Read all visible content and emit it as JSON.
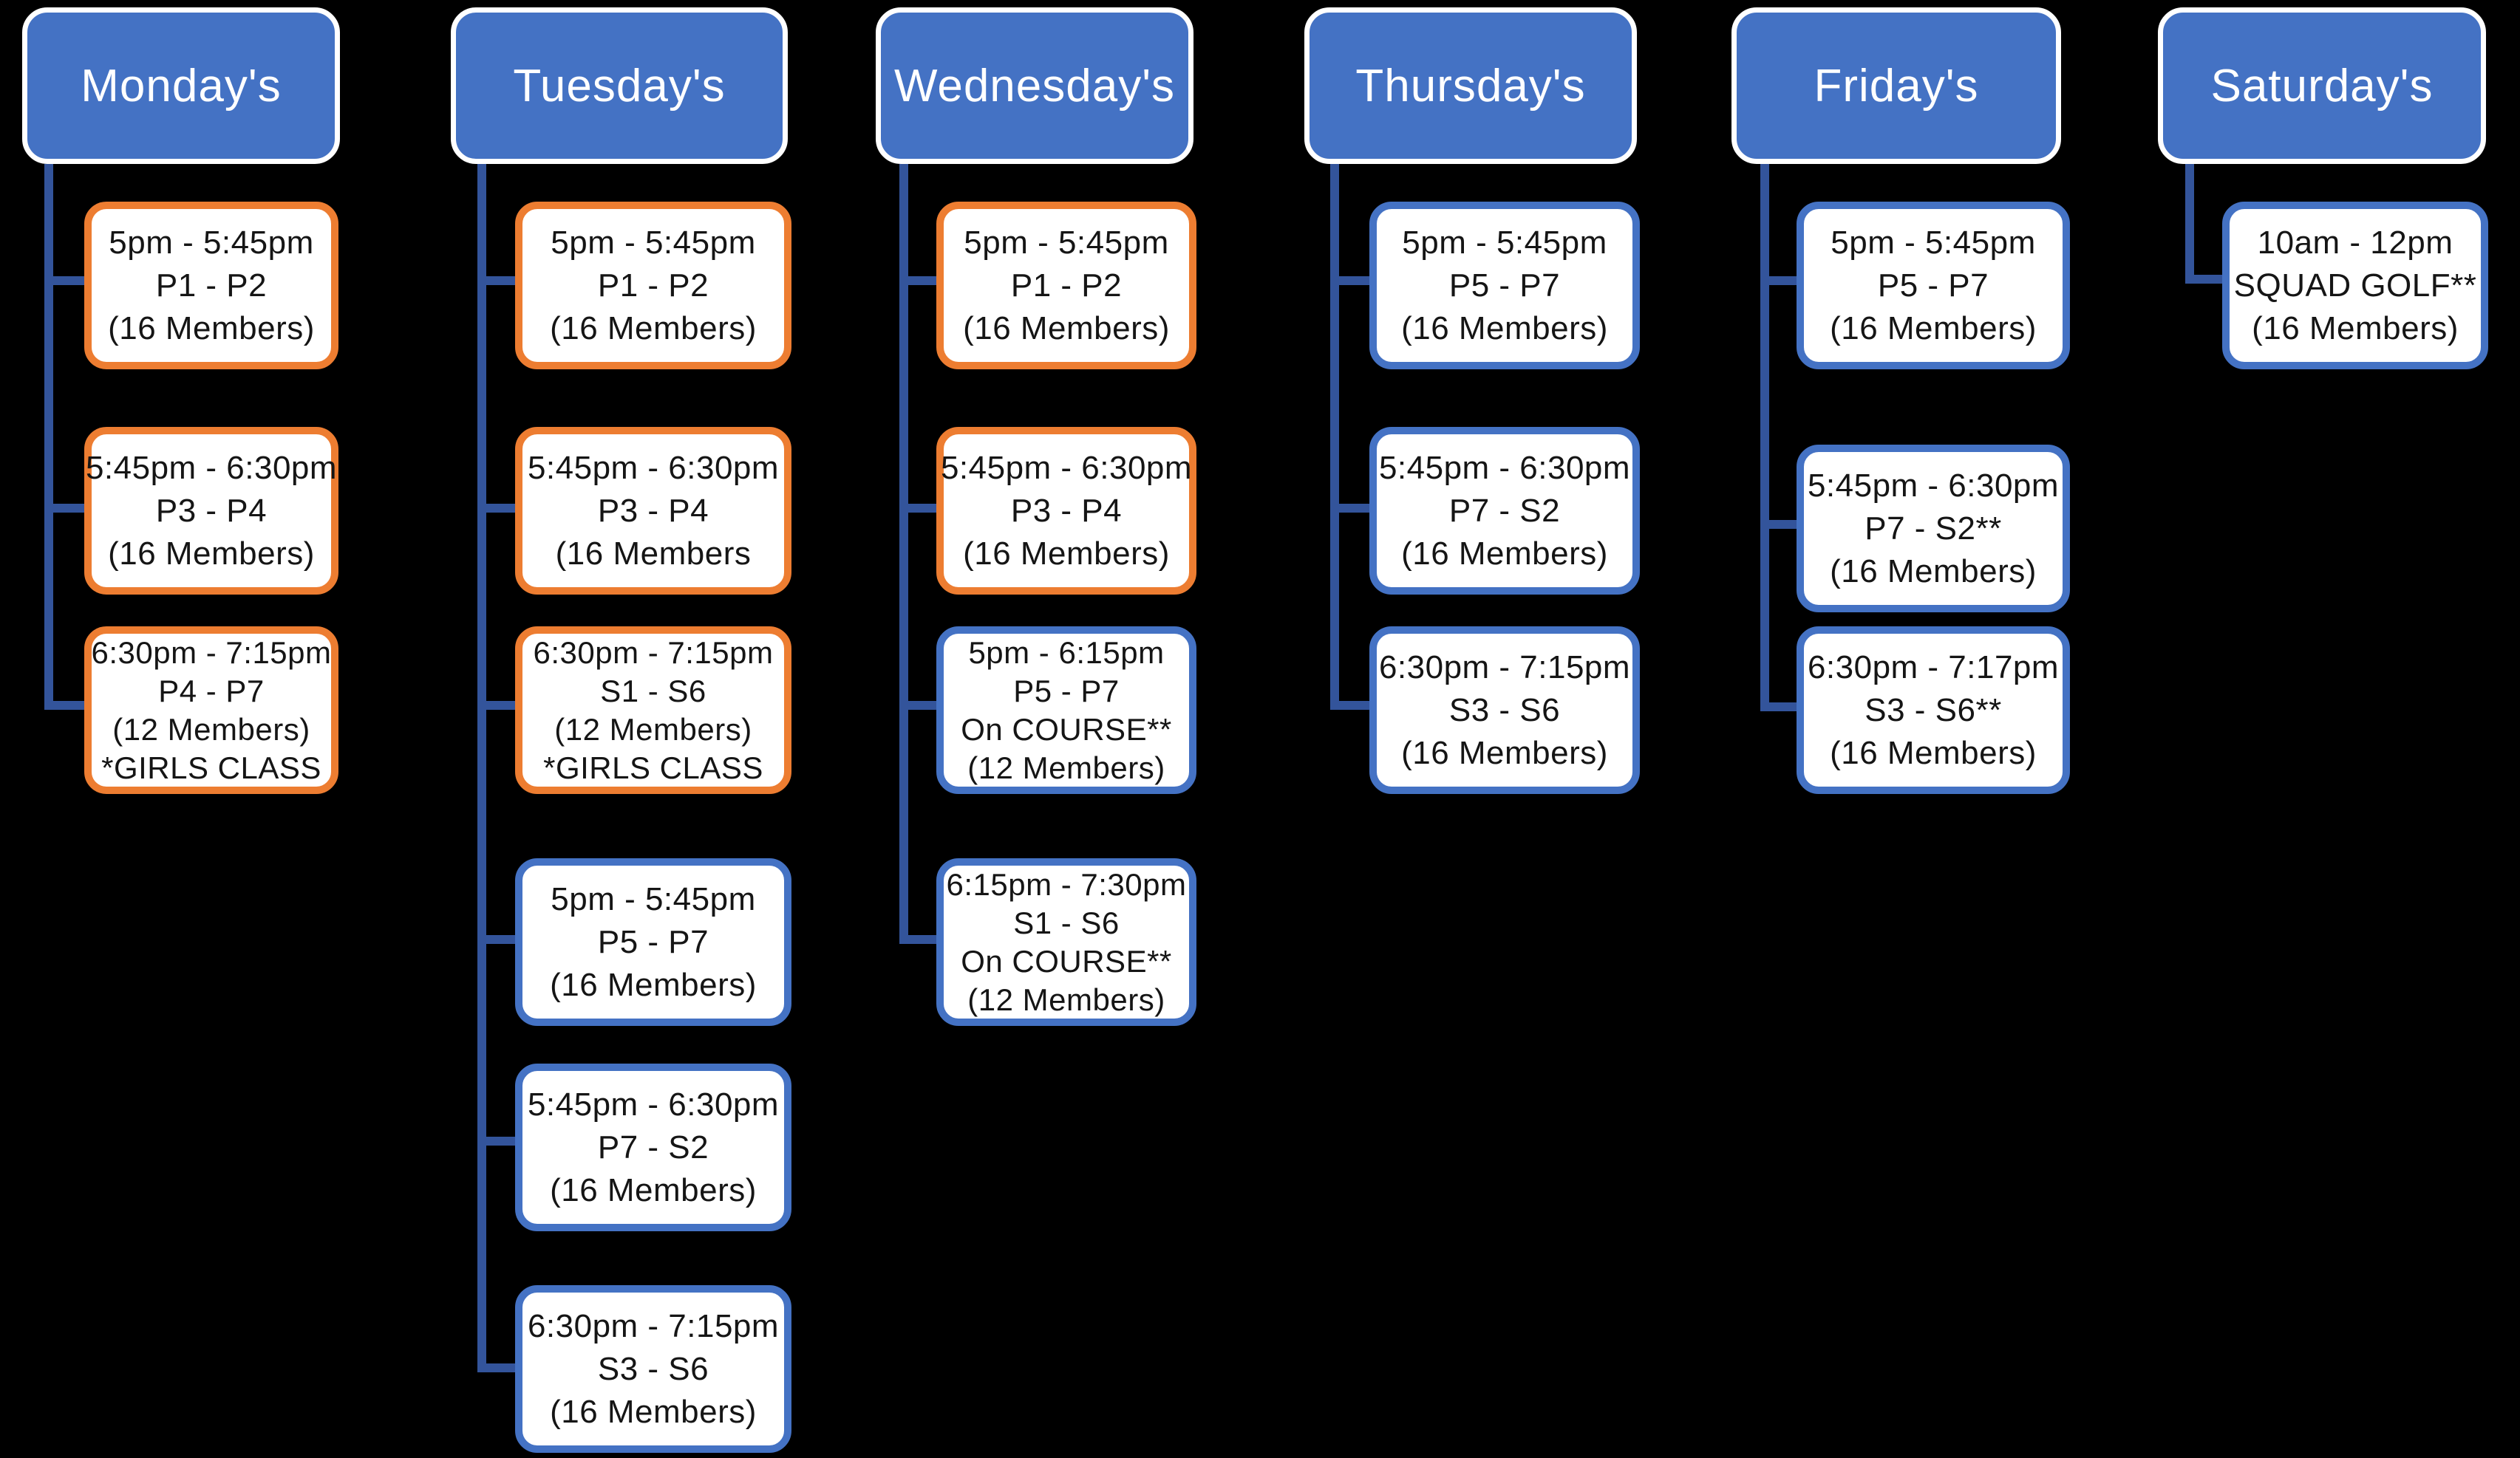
{
  "diagram_title": "Weekly class schedule flow diagram",
  "colors": {
    "background": "#000000",
    "day_header_fill": "#4472C4",
    "day_header_text": "#FFFFFF",
    "day_header_outline": "#FFFFFF",
    "connector_line": "#33549B",
    "card_fill": "#FFFFFF",
    "card_text": "#151515",
    "card_border_orange": "#ED7D31",
    "card_border_blue": "#4472C4"
  },
  "days": [
    {
      "label": "Monday's",
      "classes": [
        {
          "border": "orange",
          "lines": [
            "5pm - 5:45pm",
            "P1 - P2",
            "(16 Members)"
          ]
        },
        {
          "border": "orange",
          "lines": [
            "5:45pm - 6:30pm",
            "P3 - P4",
            "(16 Members)"
          ]
        },
        {
          "border": "orange",
          "lines": [
            "6:30pm - 7:15pm",
            "P4 - P7",
            "(12 Members)",
            "*GIRLS CLASS"
          ]
        }
      ]
    },
    {
      "label": "Tuesday's",
      "classes": [
        {
          "border": "orange",
          "lines": [
            "5pm - 5:45pm",
            "P1 - P2",
            "(16 Members)"
          ]
        },
        {
          "border": "orange",
          "lines": [
            "5:45pm - 6:30pm",
            "P3 - P4",
            "(16 Members"
          ]
        },
        {
          "border": "orange",
          "lines": [
            "6:30pm - 7:15pm",
            "S1 - S6",
            "(12 Members)",
            "*GIRLS CLASS"
          ]
        },
        {
          "border": "blue",
          "lines": [
            "5pm - 5:45pm",
            "P5 - P7",
            "(16 Members)"
          ]
        },
        {
          "border": "blue",
          "lines": [
            "5:45pm - 6:30pm",
            "P7 - S2",
            "(16 Members)"
          ]
        },
        {
          "border": "blue",
          "lines": [
            "6:30pm - 7:15pm",
            "S3 - S6",
            "(16 Members)"
          ]
        }
      ]
    },
    {
      "label": "Wednesday's",
      "classes": [
        {
          "border": "orange",
          "lines": [
            "5pm - 5:45pm",
            "P1 - P2",
            "(16 Members)"
          ]
        },
        {
          "border": "orange",
          "lines": [
            "5:45pm - 6:30pm",
            "P3 - P4",
            "(16 Members)"
          ]
        },
        {
          "border": "blue",
          "lines": [
            "5pm - 6:15pm",
            "P5 - P7",
            "On COURSE**",
            "(12 Members)"
          ]
        },
        {
          "border": "blue",
          "lines": [
            "6:15pm - 7:30pm",
            "S1 - S6",
            "On COURSE**",
            "(12 Members)"
          ]
        }
      ]
    },
    {
      "label": "Thursday's",
      "classes": [
        {
          "border": "blue",
          "lines": [
            "5pm - 5:45pm",
            "P5 - P7",
            "(16 Members)"
          ]
        },
        {
          "border": "blue",
          "lines": [
            "5:45pm - 6:30pm",
            "P7 - S2",
            "(16 Members)"
          ]
        },
        {
          "border": "blue",
          "lines": [
            "6:30pm - 7:15pm",
            "S3 - S6",
            "(16 Members)"
          ]
        }
      ]
    },
    {
      "label": "Friday's",
      "classes": [
        {
          "border": "blue",
          "lines": [
            "5pm - 5:45pm",
            "P5 - P7",
            "(16 Members)"
          ]
        },
        {
          "border": "blue",
          "lines": [
            "5:45pm - 6:30pm",
            "P7 - S2**",
            "(16 Members)"
          ]
        },
        {
          "border": "blue",
          "lines": [
            "6:30pm - 7:17pm",
            "S3 - S6**",
            "(16 Members)"
          ]
        }
      ]
    },
    {
      "label": "Saturday's",
      "classes": [
        {
          "border": "blue",
          "lines": [
            "10am - 12pm",
            "SQUAD GOLF**",
            "(16 Members)"
          ]
        }
      ]
    }
  ]
}
